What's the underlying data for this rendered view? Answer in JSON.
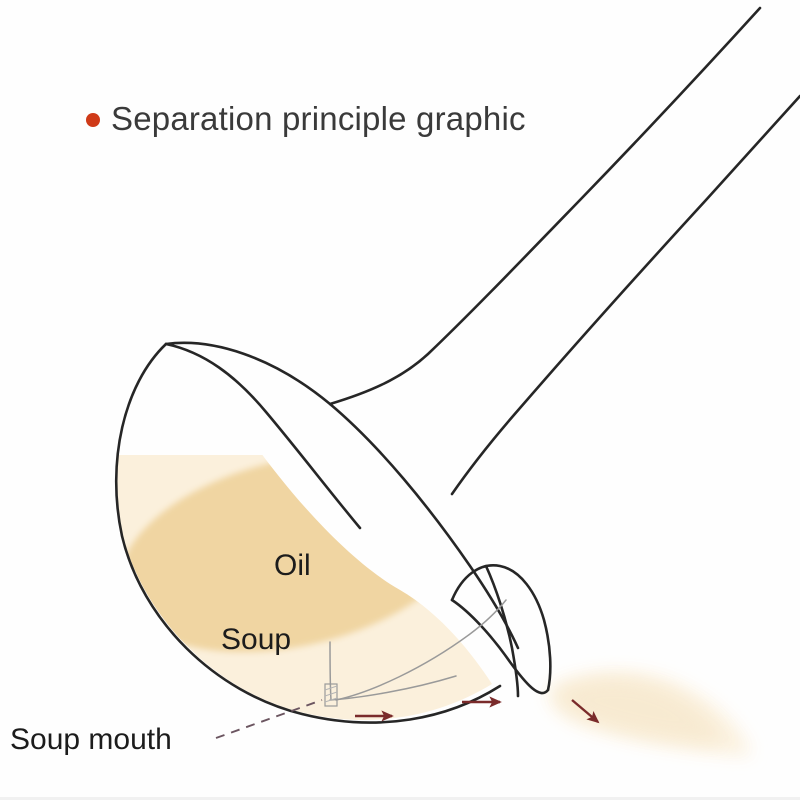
{
  "figure": {
    "title": "Separation principle graphic",
    "bullet_color": "#cf3a18",
    "title_color": "#3a3a3a",
    "background_color": "#fefefe",
    "subject": "oil-separating soup ladle",
    "outline_color": "#262626",
    "labels": {
      "oil": "Oil",
      "soup": "Soup",
      "soup_mouth": "Soup mouth"
    },
    "liquids": {
      "oil_color": "#f0d5a2",
      "soup_color": "#fbf0dc",
      "stream_color": "#fbf0dc"
    },
    "flow": {
      "arrow_color": "#7a2b2b",
      "arrow_count": 3,
      "leader_color": "#6b5560"
    }
  }
}
